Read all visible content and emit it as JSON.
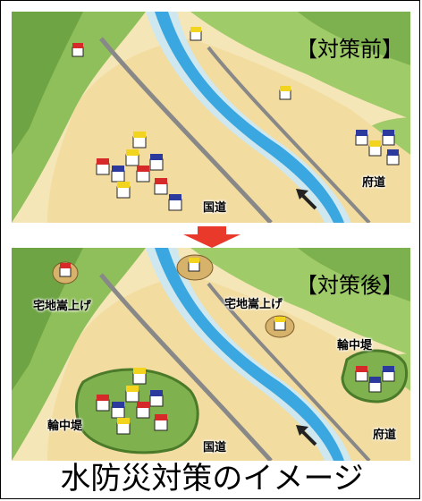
{
  "before_panel": {
    "title": "【対策前】",
    "labels": {
      "national_road": "国道",
      "prefectural_road": "府道"
    }
  },
  "after_panel": {
    "title": "【対策後】",
    "labels": {
      "raised_land_left": "宅地嵩上げ",
      "raised_land_right": "宅地嵩上げ",
      "ring_levee_right": "輪中堤",
      "ring_levee_left": "輪中堤",
      "national_road": "国道",
      "prefectural_road": "府道"
    }
  },
  "caption": "水防災対策のイメージ",
  "colors": {
    "river": "#3aa7e0",
    "ground": "#f2dca0",
    "hills": "#8fbf5a",
    "arrow": "#e8392a"
  }
}
